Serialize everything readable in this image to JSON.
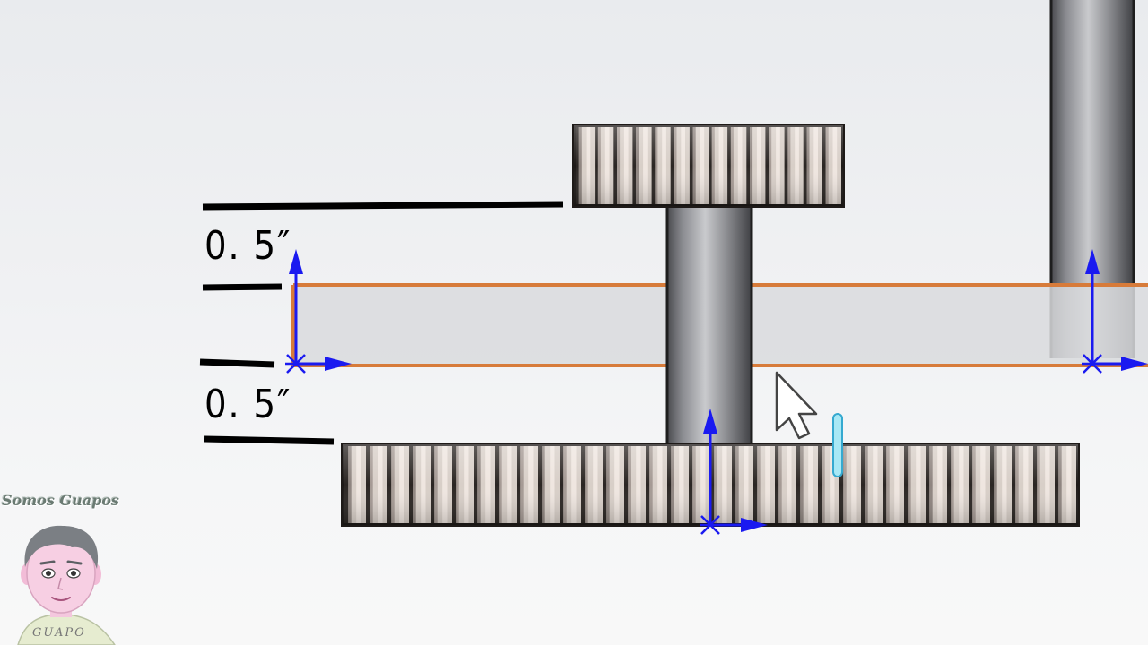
{
  "dimensions": {
    "top_label": "0. 5″",
    "bottom_label": "0. 5″"
  },
  "colors": {
    "sketch_edge": "#d77b3a",
    "sketch_fill": "#d9dbdd",
    "triad_blue": "#1a1af0",
    "gear_dark": "#2b2623",
    "shaft_gray": "#8d8e92",
    "selection_cyan": "#35c7e8"
  },
  "icons": {
    "cursor": "arrow-cursor-icon",
    "triad": "axis-triad-icon",
    "avatar": "avatar-face-icon"
  },
  "watermark": {
    "title": "Somos Guapos",
    "signature": "GUAPO"
  }
}
